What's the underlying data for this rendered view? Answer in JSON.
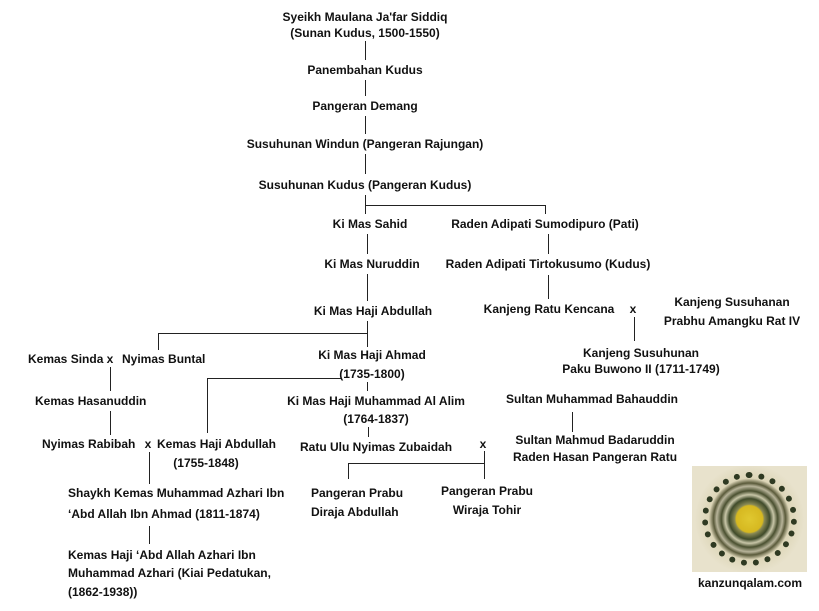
{
  "title": "Family tree of Sunan Kudus descendants",
  "nodes": {
    "n1a": "Syeikh Maulana Ja'far Siddiq",
    "n1b": "(Sunan Kudus, 1500-1550)",
    "n2": "Panembahan Kudus",
    "n3": "Pangeran Demang",
    "n4": "Susuhunan Windun (Pangeran Rajungan)",
    "n5": "Susuhunan Kudus (Pangeran Kudus)",
    "n6": "Ki Mas Sahid",
    "n7": "Raden Adipati Sumodipuro (Pati)",
    "n8": "Ki Mas Nuruddin",
    "n9": "Raden Adipati Tirtokusumo (Kudus)",
    "n10": "Ki Mas Haji Abdullah",
    "n11": "Kanjeng Ratu Kencana",
    "n12a": "Kanjeng Susuhanan",
    "n12b": "Prabhu Amangku Rat IV",
    "n13": "Kemas Sinda",
    "n14": "Nyimas Buntal",
    "n15a": "Ki Mas Haji Ahmad",
    "n15b": "(1735-1800)",
    "n16a": "Kanjeng Susuhunan",
    "n16b": "Paku Buwono II (1711-1749)",
    "n17": "Kemas Hasanuddin",
    "n18a": "Ki Mas Haji Muhammad Al Alim",
    "n18b": "(1764-1837)",
    "n19": "Sultan Muhammad Bahauddin",
    "n20": "Nyimas Rabibah",
    "n21a": "Kemas Haji Abdullah",
    "n21b": "(1755-1848)",
    "n22": "Ratu Ulu Nyimas Zubaidah",
    "n23a": "Sultan Mahmud Badaruddin",
    "n23b": "Raden Hasan Pangeran Ratu",
    "n24a": "Shaykh Kemas Muhammad Azhari Ibn",
    "n24b": "‘Abd Allah Ibn Ahmad (1811-1874)",
    "n25a": "Pangeran Prabu",
    "n25b": "Diraja Abdullah",
    "n26a": "Pangeran Prabu",
    "n26b": "Wiraja Tohir",
    "n27a": "Kemas Haji ‘Abd Allah Azhari Ibn",
    "n27b": "Muhammad Azhari (Kiai Pedatukan,",
    "n27c": "(1862-1938))"
  },
  "marriage_symbol": "x",
  "watermark": "kanzunqalam.com",
  "colors": {
    "text": "#111111",
    "line": "#222222",
    "logo_gold": "#d6b820"
  }
}
